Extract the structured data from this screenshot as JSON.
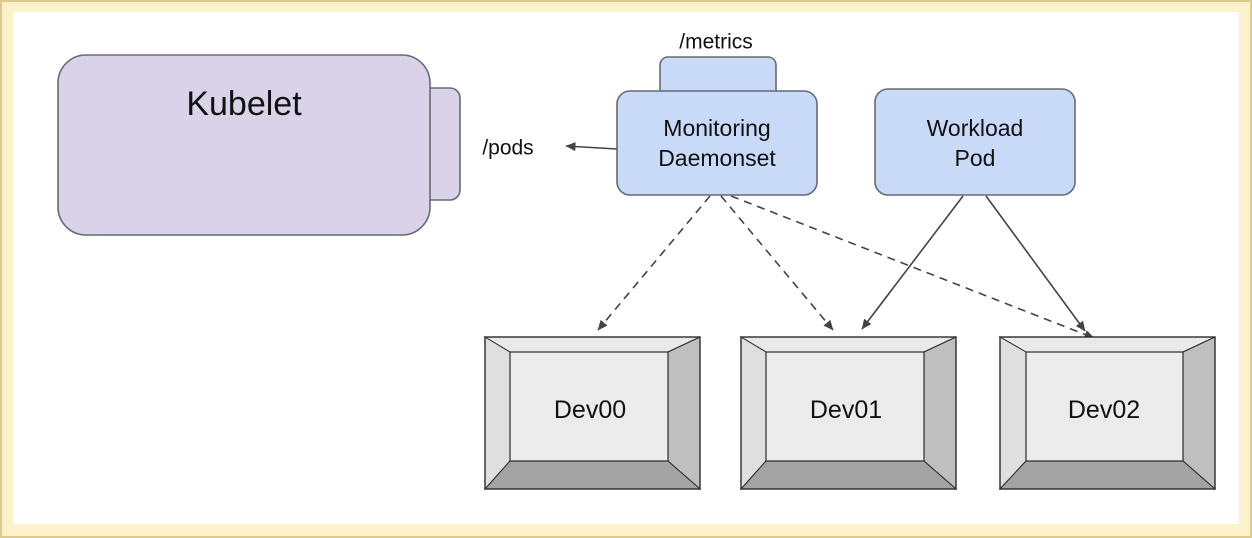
{
  "diagram": {
    "frame_color": "#FBF1CB",
    "frame_border_color": "#DCCB8E",
    "canvas_color": "#FFFFFF",
    "edge_color": "#444444",
    "nodes": {
      "kubelet": {
        "label": "Kubelet",
        "fill": "#D9D2E9"
      },
      "monitoring_daemonset": {
        "line1": "Monitoring",
        "line2": "Daemonset",
        "port_label": "/metrics",
        "fill": "#C9DAF8"
      },
      "workload_pod": {
        "line1": "Workload",
        "line2": "Pod",
        "fill": "#C9DAF8"
      },
      "kubelet_endpoint_label": "/pods"
    },
    "devices": [
      {
        "label": "Dev00"
      },
      {
        "label": "Dev01"
      },
      {
        "label": "Dev02"
      }
    ],
    "edges": [
      {
        "from": "monitoring_daemonset",
        "to": "kubelet",
        "label": "/pods",
        "style": "solid"
      },
      {
        "from": "monitoring_daemonset",
        "to": "Dev00",
        "style": "dashed"
      },
      {
        "from": "monitoring_daemonset",
        "to": "Dev01",
        "style": "dashed"
      },
      {
        "from": "monitoring_daemonset",
        "to": "Dev02",
        "style": "dashed"
      },
      {
        "from": "workload_pod",
        "to": "Dev01",
        "style": "solid"
      },
      {
        "from": "workload_pod",
        "to": "Dev02",
        "style": "solid"
      }
    ]
  }
}
